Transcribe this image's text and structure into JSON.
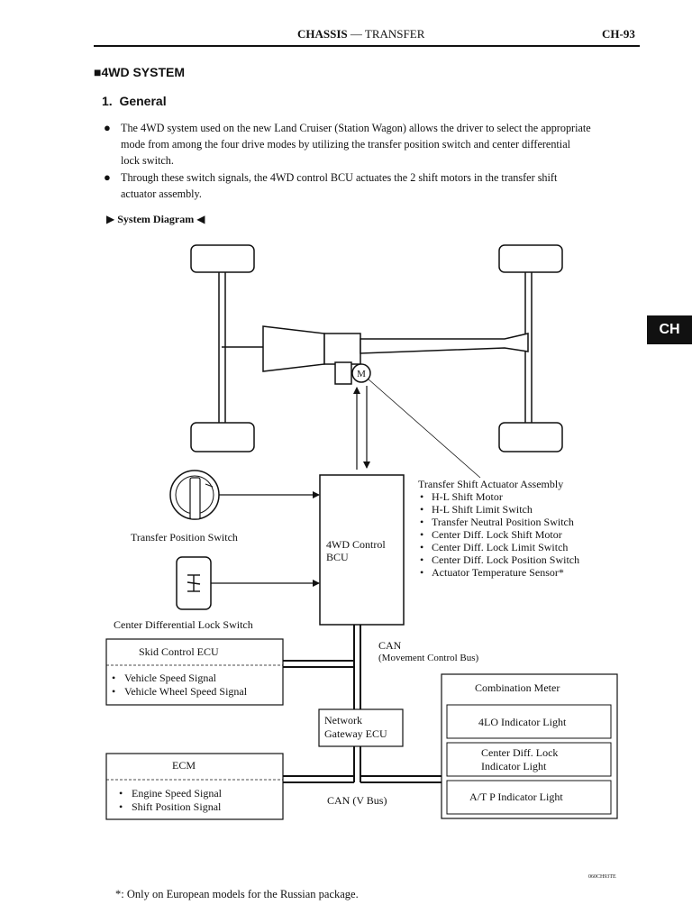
{
  "header": {
    "section": "CHASSIS",
    "separator": " — ",
    "subsection": "TRANSFER",
    "page": "CH-93"
  },
  "side_tab": "CH",
  "title": "■4WD SYSTEM",
  "subtitle": "1.  General",
  "bullets": [
    {
      "lines": [
        "The 4WD system used on the new Land Cruiser (Station Wagon) allows the driver to select the appropriate",
        "mode from among the four drive modes by utilizing the transfer position switch and center differential",
        "lock switch."
      ]
    },
    {
      "lines": [
        "Through these switch signals, the 4WD control BCU actuates the 2 shift motors in the transfer shift",
        "actuator assembly."
      ]
    }
  ],
  "diagram_heading": "System Diagram",
  "diagram": {
    "motor_symbol": "M",
    "transfer_position_switch": "Transfer Position Switch",
    "center_diff_lock_switch": "Center Differential Lock Switch",
    "control_bcu": [
      "4WD Control",
      "BCU"
    ],
    "actuator_assembly": {
      "title": "Transfer Shift Actuator Assembly",
      "items": [
        "H-L Shift Motor",
        "H-L Shift Limit Switch",
        "Transfer Neutral Position Switch",
        "Center Diff. Lock Shift Motor",
        "Center Diff. Lock Limit Switch",
        "Center Diff. Lock Position Switch",
        "Actuator Temperature Sensor*"
      ]
    },
    "skid_control": {
      "title": "Skid Control ECU",
      "items": [
        "Vehicle Speed Signal",
        "Vehicle Wheel Speed Signal"
      ]
    },
    "can_label": [
      "CAN",
      "(Movement Control Bus)"
    ],
    "gateway": [
      "Network",
      "Gateway ECU"
    ],
    "ecm": {
      "title": "ECM",
      "items": [
        "Engine Speed Signal",
        "Shift Position Signal"
      ]
    },
    "can_v_label": "CAN (V Bus)",
    "combination_meter": {
      "title": "Combination Meter",
      "lights": [
        [
          "4LO Indicator Light"
        ],
        [
          "Center Diff. Lock",
          "Indicator Light"
        ],
        [
          "A/T P Indicator Light"
        ]
      ]
    }
  },
  "code": "060CH93TE",
  "footnote": "*: Only on European models for the Russian package."
}
